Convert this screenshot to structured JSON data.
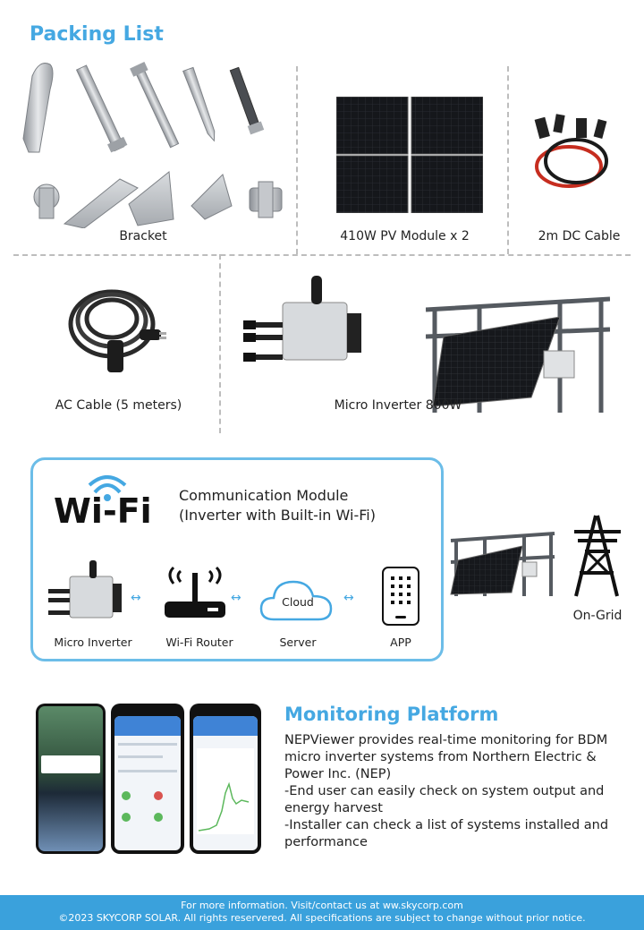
{
  "packing": {
    "title": "Packing List",
    "items": {
      "bracket": "Bracket",
      "pv_module": "410W PV Module x 2",
      "dc_cable": "2m DC Cable",
      "ac_cable": "AC Cable (5 meters)",
      "micro_inverter": "Micro Inverter 800W"
    }
  },
  "wifi": {
    "logo": "Wi-Fi",
    "title_line1": "Communication Module",
    "title_line2": "(Inverter with Built-in Wi-Fi)",
    "flow": {
      "micro_inverter": "Micro Inverter",
      "router": "Wi-Fi Router",
      "cloud": "Cloud",
      "server": "Server",
      "app": "APP"
    },
    "on_grid": "On-Grid"
  },
  "monitoring": {
    "title": "Monitoring Platform",
    "line1": "NEPViewer provides real-time monitoring for BDM micro inverter systems from Northern Electric & Power Inc. (NEP)",
    "line2": "-End user can easily check on system output and energy harvest",
    "line3": "-Installer can check a list of systems installed and performance"
  },
  "footer": {
    "line1": "For more information. Visit/contact us at ww.skycorp.com",
    "line2": "©2023 SKYCORP SOLAR. All rights reservered. All specifications are subject to change without prior notice."
  },
  "colors": {
    "accent": "#45a8e2",
    "footer": "#3aa1dc",
    "box_border": "#6cbde8"
  }
}
